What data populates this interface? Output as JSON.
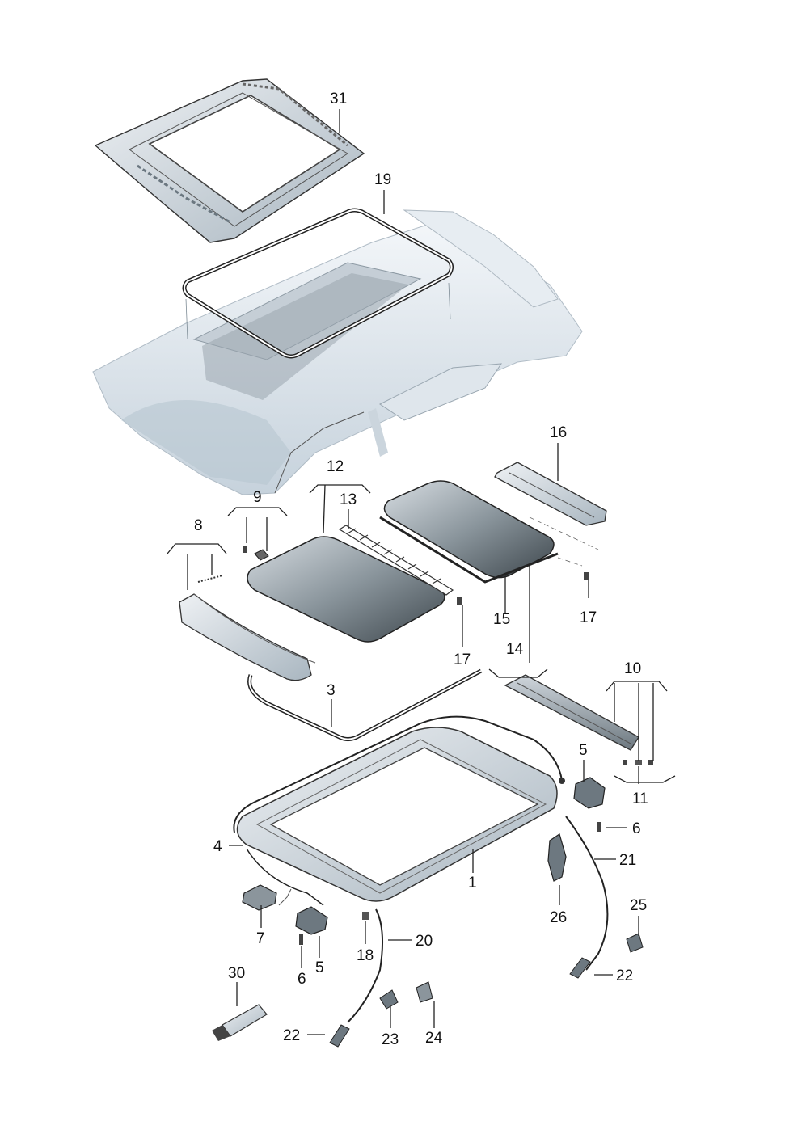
{
  "diagram": {
    "callouts": {
      "c31": "31",
      "c19": "19",
      "c16": "16",
      "c12": "12",
      "c13": "13",
      "c9": "9",
      "c8": "8",
      "c17a": "17",
      "c17b": "17",
      "c15": "15",
      "c14": "14",
      "c3": "3",
      "c10": "10",
      "c5a": "5",
      "c11": "11",
      "c6a": "6",
      "c4": "4",
      "c21": "21",
      "c1": "1",
      "c26": "26",
      "c25": "25",
      "c7": "7",
      "c20": "20",
      "c18": "18",
      "c6b": "6",
      "c5b": "5",
      "c22a": "22",
      "c30": "30",
      "c22b": "22",
      "c23": "23",
      "c24": "24"
    }
  }
}
